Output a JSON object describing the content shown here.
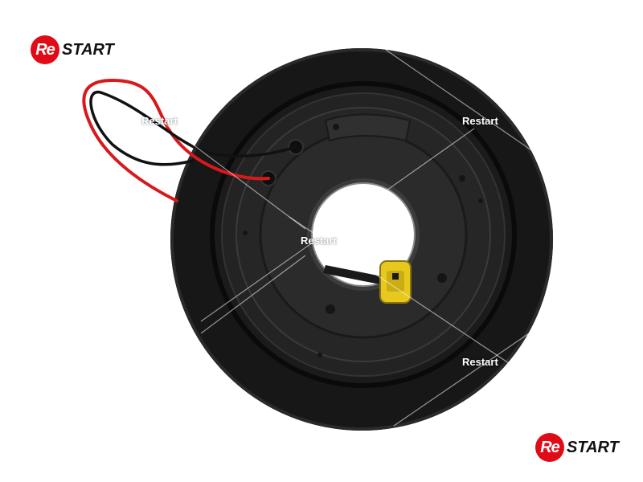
{
  "brand": {
    "badge_text": "Re",
    "word_text": "START",
    "badge_color": "#e10b17"
  },
  "watermarks": [
    "Restart",
    "Restart",
    "Restart",
    "Restart"
  ],
  "colors": {
    "body": "#1e1e1e",
    "rim": "#141414",
    "connector": "#e6c81e",
    "wire_red": "#d7191c",
    "wire_black": "#111111"
  }
}
